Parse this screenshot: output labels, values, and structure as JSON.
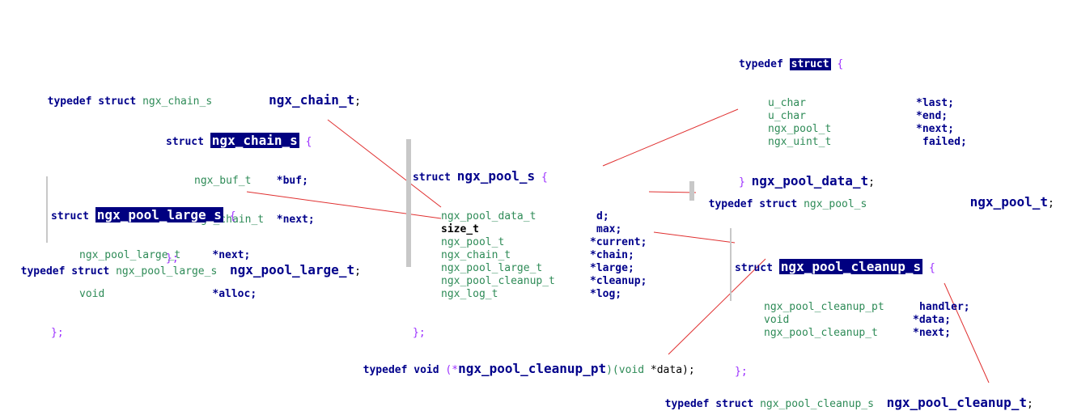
{
  "chain": {
    "typedef": {
      "kw": "typedef struct",
      "ty": "ngx_chain_s",
      "alias": "ngx_chain_t",
      "semi": ";"
    },
    "struct": {
      "kw": "struct",
      "name": "ngx_chain_s",
      "open": "{",
      "close": "};",
      "fields": [
        {
          "type": "ngx_buf_t",
          "name": "*buf;"
        },
        {
          "type": "ngx_chain_t",
          "name": "*next;"
        }
      ]
    }
  },
  "large": {
    "struct": {
      "kw": "struct",
      "name": "ngx_pool_large_s",
      "open": "{",
      "close": "};",
      "fields": [
        {
          "type": "ngx_pool_large_t",
          "name": "*next;"
        },
        {
          "type": "void",
          "name": "*alloc;"
        }
      ]
    },
    "typedef": {
      "kw": "typedef struct",
      "ty": "ngx_pool_large_s",
      "alias": "ngx_pool_large_t",
      "semi": ";"
    }
  },
  "pool": {
    "struct": {
      "kw": "struct",
      "name": "ngx_pool_s",
      "open": "{",
      "close": "};",
      "fields": [
        {
          "type": "ngx_pool_data_t",
          "name": "d;"
        },
        {
          "type": "size_t",
          "name": "max;"
        },
        {
          "type": "ngx_pool_t",
          "name": "*current;"
        },
        {
          "type": "ngx_chain_t",
          "name": "*chain;"
        },
        {
          "type": "ngx_pool_large_t",
          "name": "*large;"
        },
        {
          "type": "ngx_pool_cleanup_t",
          "name": "*cleanup;"
        },
        {
          "type": "ngx_log_t",
          "name": "*log;"
        }
      ]
    },
    "typedef": {
      "kw": "typedef struct",
      "ty": "ngx_pool_s",
      "alias": "ngx_pool_t",
      "semi": ";"
    }
  },
  "data": {
    "typedef_open": {
      "kw": "typedef",
      "hl": "struct",
      "open": "{"
    },
    "fields": [
      {
        "type": "u_char",
        "name": "*last;"
      },
      {
        "type": "u_char",
        "name": "*end;"
      },
      {
        "type": "ngx_pool_t",
        "name": "*next;"
      },
      {
        "type": "ngx_uint_t",
        "name": "failed;"
      }
    ],
    "close": "}",
    "alias": "ngx_pool_data_t",
    "semi": ";"
  },
  "cleanup": {
    "struct": {
      "kw": "struct",
      "name": "ngx_pool_cleanup_s",
      "open": "{",
      "close": "};",
      "fields": [
        {
          "type": "ngx_pool_cleanup_pt",
          "name": "handler;"
        },
        {
          "type": "void",
          "name": "*data;"
        },
        {
          "type": "ngx_pool_cleanup_t",
          "name": "*next;"
        }
      ]
    },
    "fnptr": {
      "kw": "typedef void",
      "open": "(*",
      "name": "ngx_pool_cleanup_pt",
      "mid": ")(void",
      "arg": "*data);"
    },
    "typedef": {
      "kw": "typedef struct",
      "ty": "ngx_pool_cleanup_s",
      "alias": "ngx_pool_cleanup_t",
      "semi": ";"
    }
  },
  "colors": {
    "keyword": "#00008b",
    "type": "#2e8b57",
    "highlight": "#000080",
    "brace": "#9b30ff",
    "connector": "#e03030"
  }
}
